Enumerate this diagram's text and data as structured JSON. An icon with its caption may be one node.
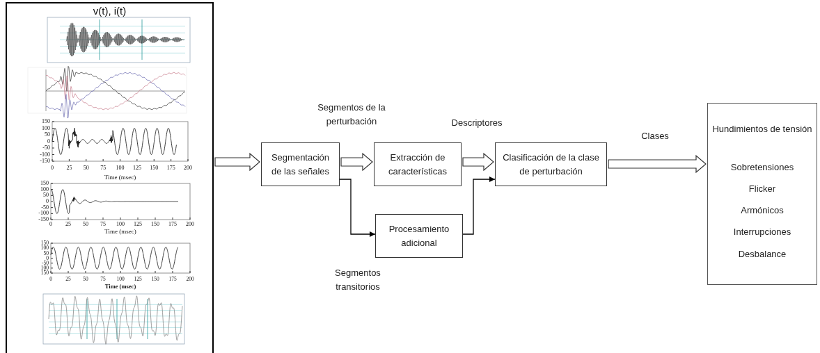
{
  "diagram": {
    "nodes": [
      {
        "text": [
          "v(t), i(t)"
        ]
      },
      {
        "text": [
          "Segmentación de las señales"
        ]
      },
      {
        "text": [
          "Extracción de características"
        ]
      },
      {
        "text": [
          "Clasificación de la clase de perturbación"
        ]
      },
      {
        "text": [
          "Procesamiento adicional"
        ]
      },
      {
        "text": [
          "Hundimientos de tensión",
          "Sobretensiones",
          "Flicker",
          "Armónicos",
          "Interrupciones",
          "Desbalance"
        ]
      }
    ],
    "edges": [
      {
        "from": 0,
        "to": 1,
        "arrow": "to",
        "style": "thick"
      },
      {
        "from": 1,
        "to": 2,
        "arrow": "to",
        "style": "thick",
        "label": "Segmentos de la perturbación"
      },
      {
        "from": 2,
        "to": 3,
        "arrow": "to",
        "style": "thick",
        "label": "Descriptores"
      },
      {
        "from": 1,
        "to": 4,
        "arrow": "to",
        "label": "Segmentos transitorios"
      },
      {
        "from": 4,
        "to": 3,
        "arrow": "to"
      },
      {
        "from": 3,
        "to": 5,
        "arrow": "to",
        "style": "thick",
        "label": "Clases"
      }
    ],
    "labels": [
      "150",
      "100",
      "50",
      "0",
      "-50",
      "-100",
      "-150",
      "0",
      "25",
      "50",
      "75",
      "100",
      "125",
      "150",
      "175",
      "200",
      "Time (msec)",
      "150",
      "100",
      "50",
      "0",
      "-50",
      "-100",
      "-150",
      "0",
      "25",
      "50",
      "75",
      "100",
      "125",
      "150",
      "175",
      "200",
      "Time (msec)",
      "150",
      "100",
      "50",
      "0",
      "-50",
      "100",
      "150",
      "0",
      "25",
      "50",
      "75",
      "100",
      "125",
      "150",
      "175",
      "200",
      "Time (msec)"
    ]
  }
}
